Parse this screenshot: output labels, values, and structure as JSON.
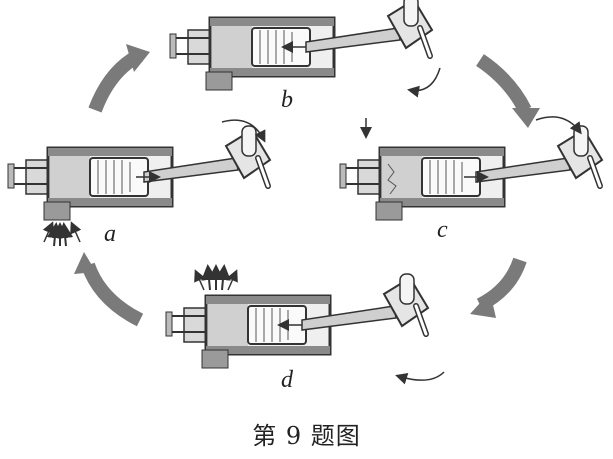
{
  "strokes": [
    {
      "label": "a"
    },
    {
      "label": "b"
    },
    {
      "label": "c"
    },
    {
      "label": "d"
    }
  ],
  "caption": "第 9 题图"
}
